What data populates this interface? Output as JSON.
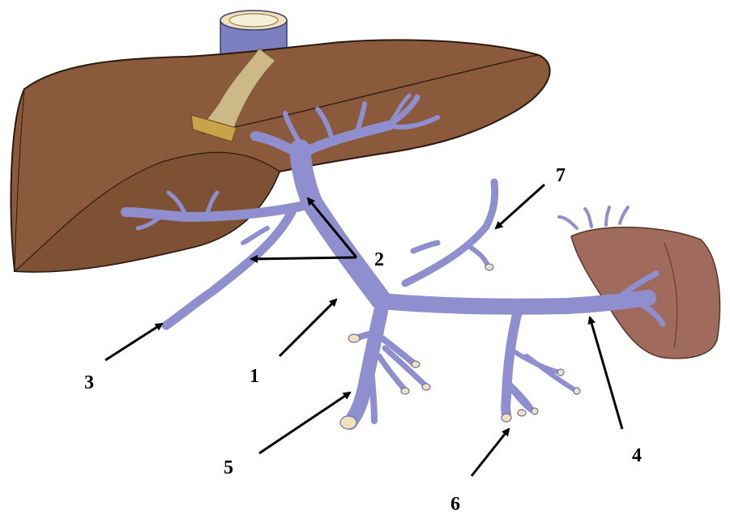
{
  "labels": {
    "l1": "1",
    "l2": "2",
    "l3": "3",
    "l4": "4",
    "l5": "5",
    "l6": "6",
    "l7": "7"
  },
  "colors": {
    "liver": "#8b5a3c",
    "liver_outline": "#2a1a10",
    "vein": "#8f8fcf",
    "vein_outline": "#6f6fb0",
    "spleen": "#a06a5c",
    "ivc": "#7c7fc0",
    "ligament": "#c9b27a",
    "arrow": "#000000"
  },
  "icons": [
    "liver",
    "inferior-vena-cava",
    "falciform-ligament",
    "portal-vein-tree",
    "spleen"
  ]
}
